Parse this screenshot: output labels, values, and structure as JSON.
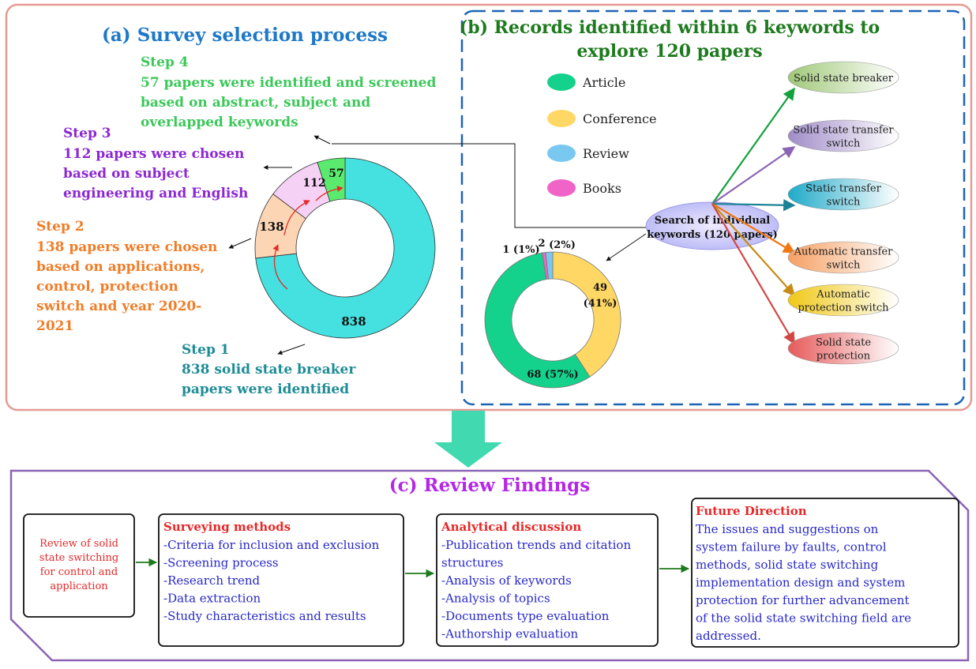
{
  "panel_a": {
    "title": "(a) Survey selection process",
    "steps": [
      {
        "label": "Step 1",
        "lines": [
          "838 solid state breaker",
          "papers were identified"
        ],
        "value": 838,
        "color": "#1e8c96",
        "fill": "#45e0e0"
      },
      {
        "label": "Step 2",
        "lines": [
          "138 papers were chosen",
          "based on applications,",
          "control, protection",
          "switch and year 2020-",
          "2021"
        ],
        "value": 138,
        "color": "#f07d28",
        "fill": "#fcd5b4"
      },
      {
        "label": "Step 3",
        "lines": [
          "112 papers were chosen",
          "based on subject",
          "engineering and English"
        ],
        "value": 112,
        "color": "#8c28d2",
        "fill": "#f5d2f5"
      },
      {
        "label": "Step 4",
        "lines": [
          "57 papers were identified and screened",
          "based on abstract, subject and",
          "overlapped keywords"
        ],
        "value": 57,
        "color": "#3cc85a",
        "fill": "#5aeb6e"
      }
    ]
  },
  "panel_b": {
    "title_line1": "(b) Records identified within 6 keywords to",
    "title_line2": "explore 120 papers",
    "legend": [
      {
        "label": "Article",
        "color": "#14d28c"
      },
      {
        "label": "Conference",
        "color": "#ffd764"
      },
      {
        "label": "Review",
        "color": "#78c8f0"
      },
      {
        "label": "Books",
        "color": "#f064c8"
      }
    ],
    "search_lines": [
      "Search of individual",
      "keywords (120 papers)"
    ],
    "keywords": [
      {
        "lines": [
          "Solid state breaker"
        ],
        "color": "#a0c878",
        "arrow": "#14a03c"
      },
      {
        "lines": [
          "Solid state transfer",
          "switch"
        ],
        "color": "#a08cc8",
        "arrow": "#8c64b4"
      },
      {
        "lines": [
          "Static transfer",
          "switch"
        ],
        "color": "#1eaac8",
        "arrow": "#1e8296"
      },
      {
        "lines": [
          "Automatic transfer",
          "switch"
        ],
        "color": "#f5a064",
        "arrow": "#f07814"
      },
      {
        "lines": [
          "Automatic",
          "protection switch"
        ],
        "color": "#f0c814",
        "arrow": "#c88c14"
      },
      {
        "lines": [
          "Solid state",
          "protection"
        ],
        "color": "#e65a5a",
        "arrow": "#d24646"
      }
    ]
  },
  "chart_data": {
    "type": "pie",
    "categories": [
      "Conference",
      "Article",
      "Books",
      "Review"
    ],
    "values": [
      49,
      68,
      1,
      2
    ],
    "labels": [
      "49",
      "(41%)",
      "68 (57%)",
      "1 (1%)",
      "2",
      "(2%)"
    ]
  },
  "panel_c": {
    "title": "(c) Review Findings",
    "box1_lines": [
      "Review of solid",
      "state switching",
      "for control and",
      "application"
    ],
    "box2_title": "Surveying methods",
    "box2_items": [
      "-Criteria for inclusion and exclusion",
      "-Screening process",
      "-Research trend",
      "-Data extraction",
      "-Study characteristics and results"
    ],
    "box3_title": "Analytical discussion",
    "box3_items": [
      "-Publication trends and citation",
      "structures",
      "-Analysis of keywords",
      "-Analysis of topics",
      "-Documents type evaluation",
      "-Authorship evaluation"
    ],
    "box4_title": "Future Direction",
    "box4_lines": [
      "The issues and suggestions on",
      "system failure by faults, control",
      "methods, solid state switching",
      "implementation design and system",
      "protection for further advancement",
      "of the solid state switching field are",
      "addressed."
    ]
  }
}
